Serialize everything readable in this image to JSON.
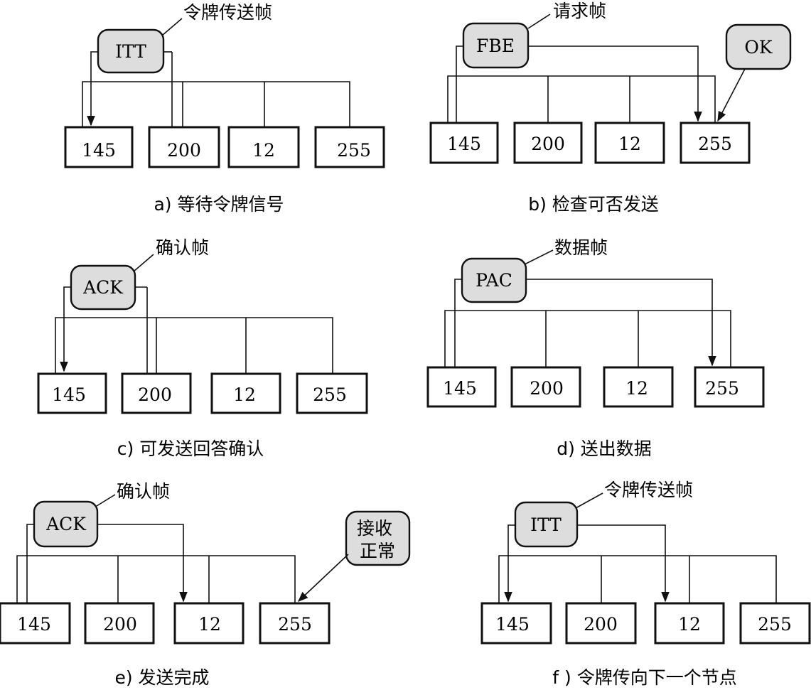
{
  "colors": {
    "ink": "#111111",
    "token_fill": "#dddddd",
    "box_fill": "#ffffff"
  },
  "panels": [
    {
      "id": "a",
      "caption": "a) 等待令牌信号",
      "frame_label": "令牌传送帧",
      "token": "ITT",
      "badge": null,
      "nodes": [
        "145",
        "200",
        "12",
        "255"
      ]
    },
    {
      "id": "b",
      "caption": "b) 检查可否发送",
      "frame_label": "请求帧",
      "token": "FBE",
      "badge": "OK",
      "nodes": [
        "145",
        "200",
        "12",
        "255"
      ]
    },
    {
      "id": "c",
      "caption": "c) 可发送回答确认",
      "frame_label": "确认帧",
      "token": "ACK",
      "badge": null,
      "nodes": [
        "145",
        "200",
        "12",
        "255"
      ]
    },
    {
      "id": "d",
      "caption": "d) 送出数据",
      "frame_label": "数据帧",
      "token": "PAC",
      "badge": null,
      "nodes": [
        "145",
        "200",
        "12",
        "255"
      ]
    },
    {
      "id": "e",
      "caption": "e) 发送完成",
      "frame_label": "确认帧",
      "token": "ACK",
      "badge": "接收\n正常",
      "nodes": [
        "145",
        "200",
        "12",
        "255"
      ]
    },
    {
      "id": "f",
      "caption": "f ) 令牌传向下一个节点",
      "frame_label": "令牌传送帧",
      "token": "ITT",
      "badge": null,
      "nodes": [
        "145",
        "200",
        "12",
        "255"
      ]
    }
  ]
}
